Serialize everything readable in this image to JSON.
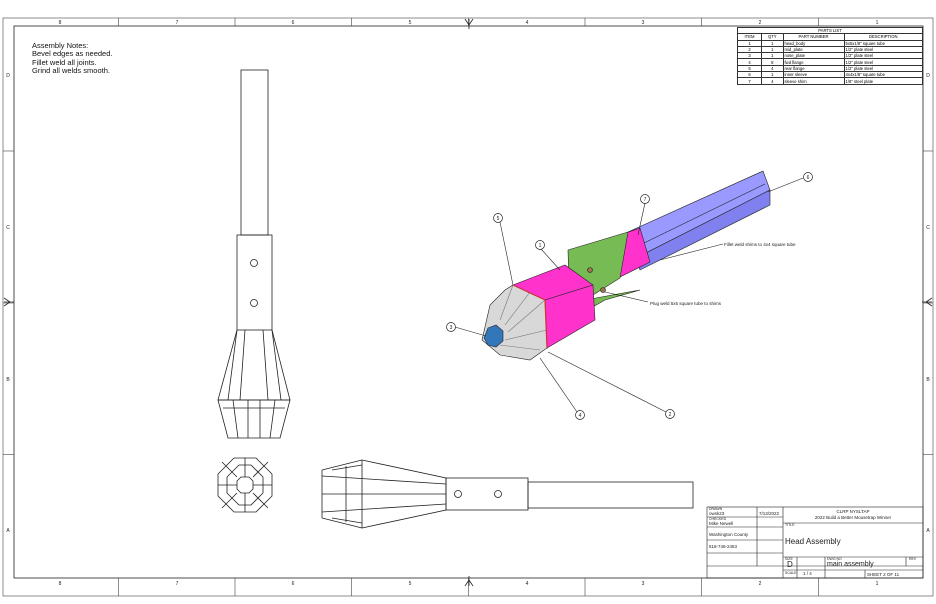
{
  "notes": {
    "title": "Assembly Notes:",
    "lines": [
      "Bevel edges as needed.",
      "Fillet weld all joints.",
      "Grind all welds smooth."
    ]
  },
  "border": {
    "columns": [
      "8",
      "7",
      "6",
      "5",
      "4",
      "3",
      "2",
      "1"
    ],
    "rows": [
      "D",
      "C",
      "B",
      "A"
    ]
  },
  "parts_list": {
    "title": "PARTS LIST",
    "headers": [
      "ITEM",
      "QTY",
      "PART NUMBER",
      "DESCRIPTION"
    ],
    "rows": [
      [
        "1",
        "1",
        "head_body",
        "5x5x1/8\" square tube"
      ],
      [
        "2",
        "1",
        "mid_plate",
        "1/2\" plate steel"
      ],
      [
        "3",
        "1",
        "nose_plate",
        "1/2\" plate steel"
      ],
      [
        "4",
        "8",
        "fwd flange",
        "1/2\" plate steel"
      ],
      [
        "5",
        "4",
        "rear flange",
        "1/2\" plate steel"
      ],
      [
        "6",
        "1",
        "inner sleeve",
        "4x4x1/8\" square tube"
      ],
      [
        "7",
        "4",
        "sleeve shim",
        "1/8\" steel plate"
      ]
    ]
  },
  "callouts": {
    "balloons": [
      "5",
      "1",
      "7",
      "6",
      "3",
      "4",
      "2"
    ],
    "notes": [
      "Fillet weld shims to 4x4 square tube",
      "Plug weld 5x5 square tube to shims"
    ]
  },
  "title_block": {
    "drawn_label": "DRAWN",
    "drawn_by": "owsk23",
    "date": "7/13/2022",
    "checked_label": "CHECKED",
    "name": "Mike Newell",
    "county": "Washington County",
    "phone": "518-746-2453",
    "org": "CLRP NYSLTAP",
    "subtitle": "2022 Build a Better Mousetrap Winner",
    "title_label": "TITLE",
    "title": "Head Assembly",
    "size_label": "SIZE",
    "size": "D",
    "dwg_label": "DWG NO",
    "dwg_no": "main assembly",
    "rev_label": "REV",
    "scale_label": "SCALE",
    "scale": "1 / 4",
    "sheet": "SHEET 2  OF 11"
  },
  "colors": {
    "body": "#ff33cc",
    "sleeve": "#9999ff",
    "flange": "#77bb55",
    "nose": "#3377bb",
    "cone": "#d8d8d8"
  }
}
